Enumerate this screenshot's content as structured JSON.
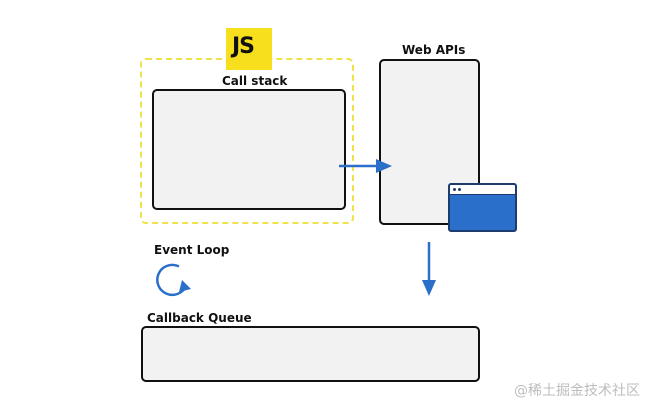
{
  "logo": {
    "text": "JS",
    "color": "#f7df1e"
  },
  "labels": {
    "call_stack": "Call stack",
    "web_apis": "Web APIs",
    "event_loop": "Event Loop",
    "callback_queue": "Callback Queue"
  },
  "watermark": "@稀土掘金技术社区",
  "colors": {
    "arrow": "#2a6fc9",
    "js_zone_border": "#f0e24a",
    "panel_fill": "#f2f2f2",
    "browser_window": "#2a6fc9"
  },
  "icons": [
    "js-logo-icon",
    "refresh-loop-icon",
    "browser-window-icon",
    "arrow-right-icon",
    "arrow-down-icon"
  ]
}
